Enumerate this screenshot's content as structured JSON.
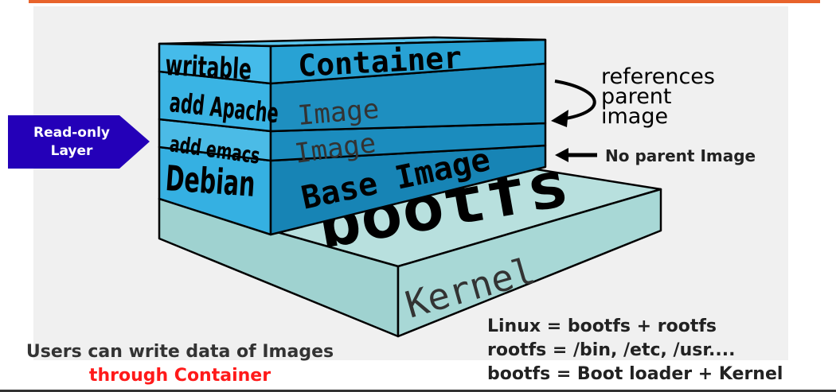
{
  "colors": {
    "accent_bar": "#e8632b",
    "layer_light": "#35b0e2",
    "layer_dark": "#1a83b2",
    "bootfs": "#a8d8d6",
    "readonly_badge": "#2400b8",
    "red_text": "#ff1a1a"
  },
  "layers": {
    "container": {
      "side": "writable",
      "front": "Container"
    },
    "apache": {
      "side": "add Apache",
      "front": "Image"
    },
    "emacs": {
      "side": "add emacs",
      "front": "Image"
    },
    "base": {
      "side": "Debian",
      "front": "Base Image"
    }
  },
  "bootfs_label": "bootfs",
  "kernel_label": "Kernel",
  "readonly_badge": {
    "line1": "Read-only",
    "line2": "Layer"
  },
  "references": {
    "line1": "references",
    "line2": "parent",
    "line3": "image"
  },
  "no_parent": "No parent Image",
  "left_caption": {
    "line1": "Users can write data of Images",
    "line2": "through Container"
  },
  "right_caption": {
    "line1": "Linux = bootfs + rootfs",
    "line2": "rootfs = /bin, /etc, /usr....",
    "line3": "bootfs = Boot loader + Kernel"
  }
}
